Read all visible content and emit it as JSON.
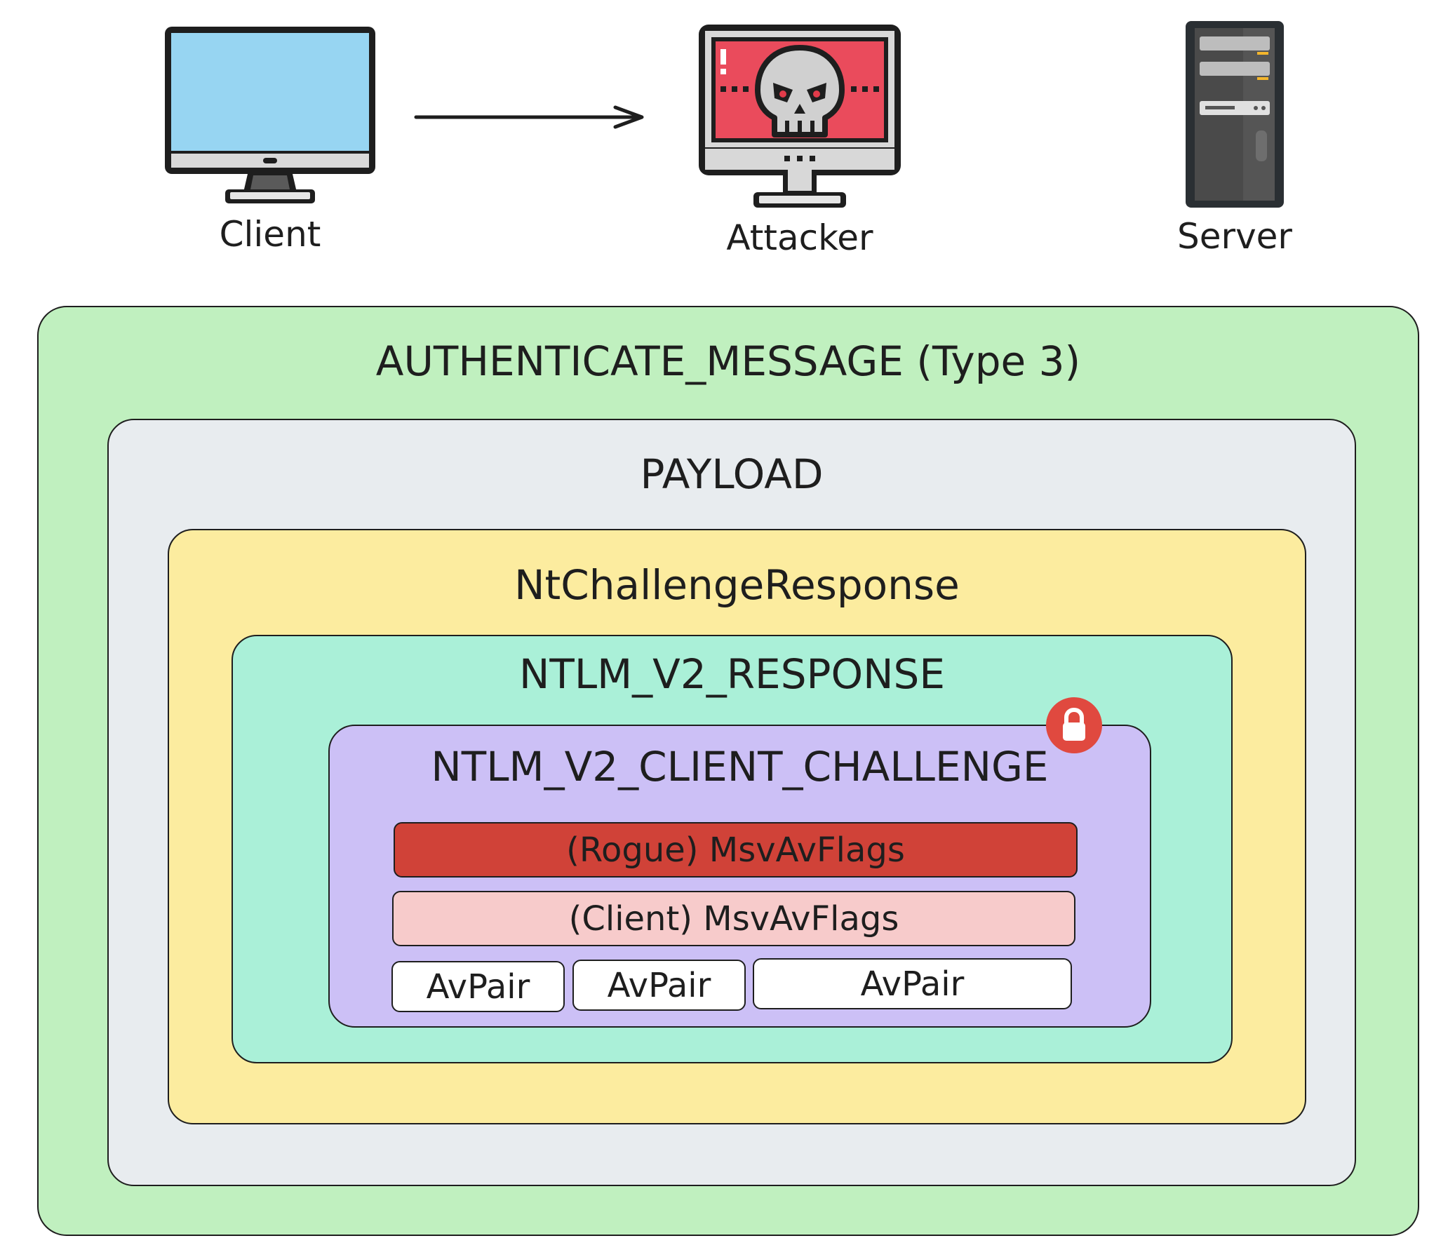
{
  "nodes": {
    "client": {
      "label": "Client",
      "icon": "desktop-monitor-icon"
    },
    "attacker": {
      "label": "Attacker",
      "icon": "skull-monitor-icon"
    },
    "server": {
      "label": "Server",
      "icon": "server-tower-icon"
    }
  },
  "message": {
    "outer": "AUTHENTICATE_MESSAGE (Type 3)",
    "payload": "PAYLOAD",
    "nt_challenge_response": "NtChallengeResponse",
    "ntlm_v2_response": "NTLM_V2_RESPONSE",
    "ntlm_v2_client_challenge": "NTLM_V2_CLIENT_CHALLENGE",
    "rogue_flags": "(Rogue) MsvAvFlags",
    "client_flags": "(Client) MsvAvFlags",
    "av_pairs": [
      "AvPair",
      "AvPair",
      "AvPair"
    ],
    "lock_icon": "padlock-icon"
  },
  "colors": {
    "outer": "#c0f0bf",
    "payload": "#e8ecef",
    "nt_challenge_response": "#fcec9f",
    "ntlm_v2_response": "#aaf0d8",
    "client_challenge": "#ccc0f6",
    "rogue": "#d04238",
    "client_flags": "#f7cbcb",
    "lock": "#e0493f"
  }
}
